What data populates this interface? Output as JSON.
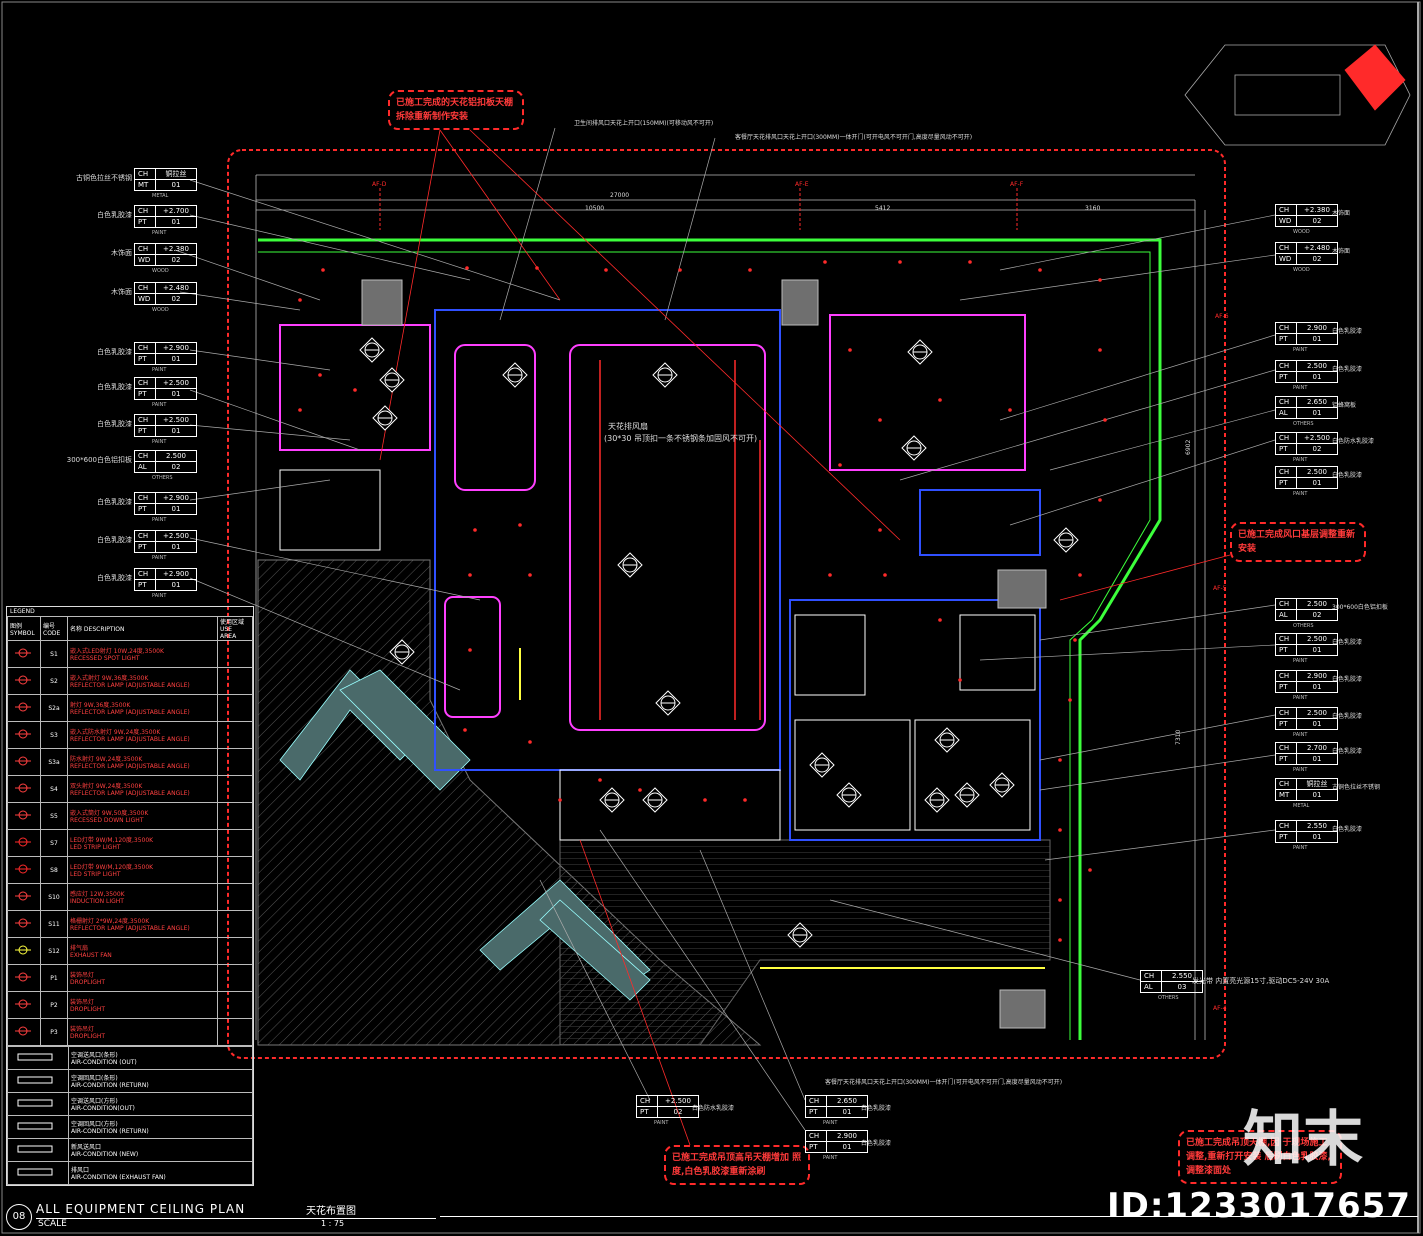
{
  "drawing": {
    "sheet_no": "08",
    "title_en": "ALL   EQUIPMENT   CEILING   PLAN",
    "title_cn": "天花布置图",
    "scale_label": "SCALE",
    "scale": "1 : 75"
  },
  "watermark": {
    "brand": "知末",
    "id": "ID:1233017657"
  },
  "clouds": [
    {
      "text": "已施工完成的天花铝扣板天棚 拆除重新制作安装"
    },
    {
      "text": "已施工完成风口基层调整重新安装"
    },
    {
      "text": "已施工完成吊顶高吊天棚增加 照度,白色乳胶漆重新涂刷"
    },
    {
      "text": "已施工完成吊顶天棚,因 于现场施工调整,重新打开安装 后刷白色乳胶漆,调整漆面处"
    }
  ],
  "notes": {
    "top1": "卫生间排风口天花上开口(150MM)(可移动风不可开)",
    "top2": "客餐厅天花排风口天花上开口(300MM)一体开门(可开电风不可开门,高度尽量风动不可开)",
    "center1": "天花排风扇",
    "center2": "(30*30 吊顶扣一条不锈钢条加固风不可开)",
    "bottom": "客餐厅天花排风口天花上开口(300MM)一体开门(可开电风不可开门,高度尽量风动不可开)",
    "led": "发光带 内置亮光源15寸,驱动DC5-24V 30A"
  },
  "left_tags": [
    {
      "label": "古铜色拉丝不锈钢",
      "r1": [
        "CH",
        "铜拉丝"
      ],
      "r2": [
        "MT",
        "01"
      ],
      "sub": "METAL"
    },
    {
      "label": "白色乳胶漆",
      "r1": [
        "CH",
        "+2.700"
      ],
      "r2": [
        "PT",
        "01"
      ],
      "sub": "PAINT"
    },
    {
      "label": "木饰面",
      "r1": [
        "CH",
        "+2.380"
      ],
      "r2": [
        "WD",
        "02"
      ],
      "sub": "WOOD"
    },
    {
      "label": "木饰面",
      "r1": [
        "CH",
        "+2.480"
      ],
      "r2": [
        "WD",
        "02"
      ],
      "sub": "WOOD"
    },
    {
      "label": "白色乳胶漆",
      "r1": [
        "CH",
        "+2.900"
      ],
      "r2": [
        "PT",
        "01"
      ],
      "sub": "PAINT"
    },
    {
      "label": "白色乳胶漆",
      "r1": [
        "CH",
        "+2.500"
      ],
      "r2": [
        "PT",
        "01"
      ],
      "sub": "PAINT"
    },
    {
      "label": "白色乳胶漆",
      "r1": [
        "CH",
        "+2.500"
      ],
      "r2": [
        "PT",
        "01"
      ],
      "sub": "PAINT"
    },
    {
      "label": "300*600白色铝扣板",
      "r1": [
        "CH",
        "2.500"
      ],
      "r2": [
        "AL",
        "02"
      ],
      "sub": "OTHERS"
    },
    {
      "label": "白色乳胶漆",
      "r1": [
        "CH",
        "+2.900"
      ],
      "r2": [
        "PT",
        "01"
      ],
      "sub": "PAINT"
    },
    {
      "label": "白色乳胶漆",
      "r1": [
        "CH",
        "+2.500"
      ],
      "r2": [
        "PT",
        "01"
      ],
      "sub": "PAINT"
    },
    {
      "label": "白色乳胶漆",
      "r1": [
        "CH",
        "+2.900"
      ],
      "r2": [
        "PT",
        "01"
      ],
      "sub": "PAINT"
    }
  ],
  "right_tags": [
    {
      "label": "木饰面",
      "r1": [
        "CH",
        "+2.380"
      ],
      "r2": [
        "WD",
        "02"
      ],
      "sub": "WOOD"
    },
    {
      "label": "木饰面",
      "r1": [
        "CH",
        "+2.480"
      ],
      "r2": [
        "WD",
        "02"
      ],
      "sub": "WOOD"
    },
    {
      "label": "白色乳胶漆",
      "r1": [
        "CH",
        "2.900"
      ],
      "r2": [
        "PT",
        "01"
      ],
      "sub": "PAINT"
    },
    {
      "label": "白色乳胶漆",
      "r1": [
        "CH",
        "2.500"
      ],
      "r2": [
        "PT",
        "01"
      ],
      "sub": "PAINT"
    },
    {
      "label": "铝蜂窝板",
      "r1": [
        "CH",
        "2.650"
      ],
      "r2": [
        "AL",
        "01"
      ],
      "sub": "OTHERS"
    },
    {
      "label": "白色防水乳胶漆",
      "r1": [
        "CH",
        "+2.500"
      ],
      "r2": [
        "PT",
        "02"
      ],
      "sub": "PAINT"
    },
    {
      "label": "白色乳胶漆",
      "r1": [
        "CH",
        "2.500"
      ],
      "r2": [
        "PT",
        "01"
      ],
      "sub": "PAINT"
    },
    {
      "label": "300*600白色铝扣板",
      "r1": [
        "CH",
        "2.500"
      ],
      "r2": [
        "AL",
        "02"
      ],
      "sub": "OTHERS"
    },
    {
      "label": "白色乳胶漆",
      "r1": [
        "CH",
        "2.500"
      ],
      "r2": [
        "PT",
        "01"
      ],
      "sub": "PAINT"
    },
    {
      "label": "白色乳胶漆",
      "r1": [
        "CH",
        "2.900"
      ],
      "r2": [
        "PT",
        "01"
      ],
      "sub": "PAINT"
    },
    {
      "label": "白色乳胶漆",
      "r1": [
        "CH",
        "2.500"
      ],
      "r2": [
        "PT",
        "01"
      ],
      "sub": "PAINT"
    },
    {
      "label": "白色乳胶漆",
      "r1": [
        "CH",
        "2.700"
      ],
      "r2": [
        "PT",
        "01"
      ],
      "sub": "PAINT"
    },
    {
      "label": "古铜色拉丝不锈钢",
      "r1": [
        "CH",
        "铜拉丝"
      ],
      "r2": [
        "MT",
        "01"
      ],
      "sub": "METAL"
    },
    {
      "label": "白色乳胶漆",
      "r1": [
        "CH",
        "2.550"
      ],
      "r2": [
        "PT",
        "01"
      ],
      "sub": "PAINT"
    }
  ],
  "bottom_tags": [
    {
      "label": "白色防水乳胶漆",
      "r1": [
        "CH",
        "+2.500"
      ],
      "r2": [
        "PT",
        "02"
      ],
      "sub": "PAINT"
    },
    {
      "label": "白色乳胶漆",
      "r1": [
        "CH",
        "2.650"
      ],
      "r2": [
        "PT",
        "01"
      ],
      "sub": "PAINT"
    },
    {
      "label": "白色乳胶漆",
      "r1": [
        "CH",
        "2.900"
      ],
      "r2": [
        "PT",
        "01"
      ],
      "sub": "PAINT"
    },
    {
      "label": "",
      "r1": [
        "CH",
        "2.550"
      ],
      "r2": [
        "AL",
        "03"
      ],
      "sub": "OTHERS"
    }
  ],
  "legend": {
    "headers": [
      "图例 SYMBOL",
      "编号 CODE",
      "名称 DESCRIPTION",
      "使用区域 USE AREA"
    ],
    "title": "LEGEND",
    "rows": [
      {
        "code": "S1",
        "desc": "嵌入式LED射灯 10W,24度,3500K",
        "desc2": "RECESSED SPOT LIGHT"
      },
      {
        "code": "S2",
        "desc": "嵌入式射灯 9W,36度,3500K",
        "desc2": "REFLECTOR LAMP (ADJUSTABLE ANGLE)"
      },
      {
        "code": "S2a",
        "desc": "射灯 9W,36度,3500K",
        "desc2": "REFLECTOR LAMP (ADJUSTABLE ANGLE)"
      },
      {
        "code": "S3",
        "desc": "嵌入式防水射灯 9W,24度,3500K",
        "desc2": "REFLECTOR LAMP (ADJUSTABLE ANGLE)"
      },
      {
        "code": "S3a",
        "desc": "防水射灯 9W,24度,3500K",
        "desc2": "REFLECTOR LAMP (ADJUSTABLE ANGLE)"
      },
      {
        "code": "S4",
        "desc": "双头射灯 9W,24度,3500K",
        "desc2": "REFLECTOR LAMP (ADJUSTABLE ANGLE)"
      },
      {
        "code": "S5",
        "desc": "嵌入式筒灯 9W,50度,3500K",
        "desc2": "RECESSED DOWN LIGHT"
      },
      {
        "code": "S7",
        "desc": "LED灯带 9W/M,120度,3500K",
        "desc2": "LED STRIP LIGHT"
      },
      {
        "code": "S8",
        "desc": "LED灯带 9W/M,120度,3500K",
        "desc2": "LED STRIP LIGHT"
      },
      {
        "code": "S10",
        "desc": "感应灯 12W,3500K",
        "desc2": "INDUCTION LIGHT"
      },
      {
        "code": "S11",
        "desc": "格栅射灯 2*9W,24度,3500K",
        "desc2": "REFLECTOR LAMP (ADJUSTABLE ANGLE)"
      },
      {
        "code": "S12",
        "desc": "排气扇",
        "desc2": "EXHAUST FAN"
      },
      {
        "code": "P1",
        "desc": "装饰吊灯",
        "desc2": "DROPLIGHT"
      },
      {
        "code": "P2",
        "desc": "装饰吊灯",
        "desc2": "DROPLIGHT"
      },
      {
        "code": "P3",
        "desc": "装饰吊灯",
        "desc2": "DROPLIGHT"
      }
    ],
    "ac_rows": [
      {
        "desc": "空调送风口(条形)",
        "desc2": "AIR-CONDITION (OUT)"
      },
      {
        "desc": "空调回风口(条形)",
        "desc2": "AIR-CONDITION (RETURN)"
      },
      {
        "desc": "空调送风口(方形)",
        "desc2": "AIR-CONDITION(OUT)"
      },
      {
        "desc": "空调回风口(方形)",
        "desc2": "AIR-CONDITION (RETURN)"
      },
      {
        "desc": "新风送风口",
        "desc2": "AIR-CONDITION (NEW)"
      },
      {
        "desc": "排风口",
        "desc2": "AIR-CONDITION (EXHAUST FAN)"
      }
    ]
  },
  "dims": {
    "top_total": "27000",
    "d1": "10500",
    "d2": "5412",
    "d3": "3160",
    "side1": "7310",
    "side2": "6902"
  },
  "colors": {
    "red": "#ff2a2a",
    "green": "#3cff3c",
    "cyan": "#3fe0e0",
    "magenta": "#ff40ff",
    "blue": "#3050ff",
    "yellow": "#ffff40",
    "grey": "#707070"
  }
}
